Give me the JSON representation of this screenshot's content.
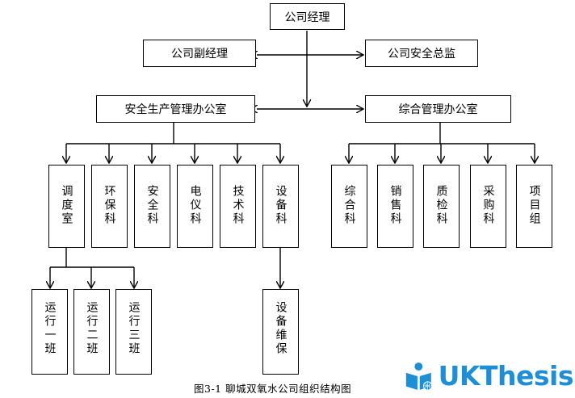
{
  "diagram": {
    "top": "公司经理",
    "deputy": "公司副经理",
    "safety_director": "公司安全总监",
    "safety_office": "安全生产管理办公室",
    "general_office": "综合管理办公室",
    "safety_departments": [
      "调度室",
      "环保科",
      "安全科",
      "电仪科",
      "技术科",
      "设备科"
    ],
    "general_departments": [
      "综合科",
      "销售科",
      "质检科",
      "采购科",
      "项目组"
    ],
    "dispatch_teams": [
      "运行一班",
      "运行二班",
      "运行三班"
    ],
    "equipment_team": "设备维保",
    "caption": "图3-1  聊城双氧水公司组织结构图"
  },
  "watermark": {
    "brand": "UKThesis",
    "color": "#1e8fd6",
    "icon": "reader-book-icon"
  }
}
